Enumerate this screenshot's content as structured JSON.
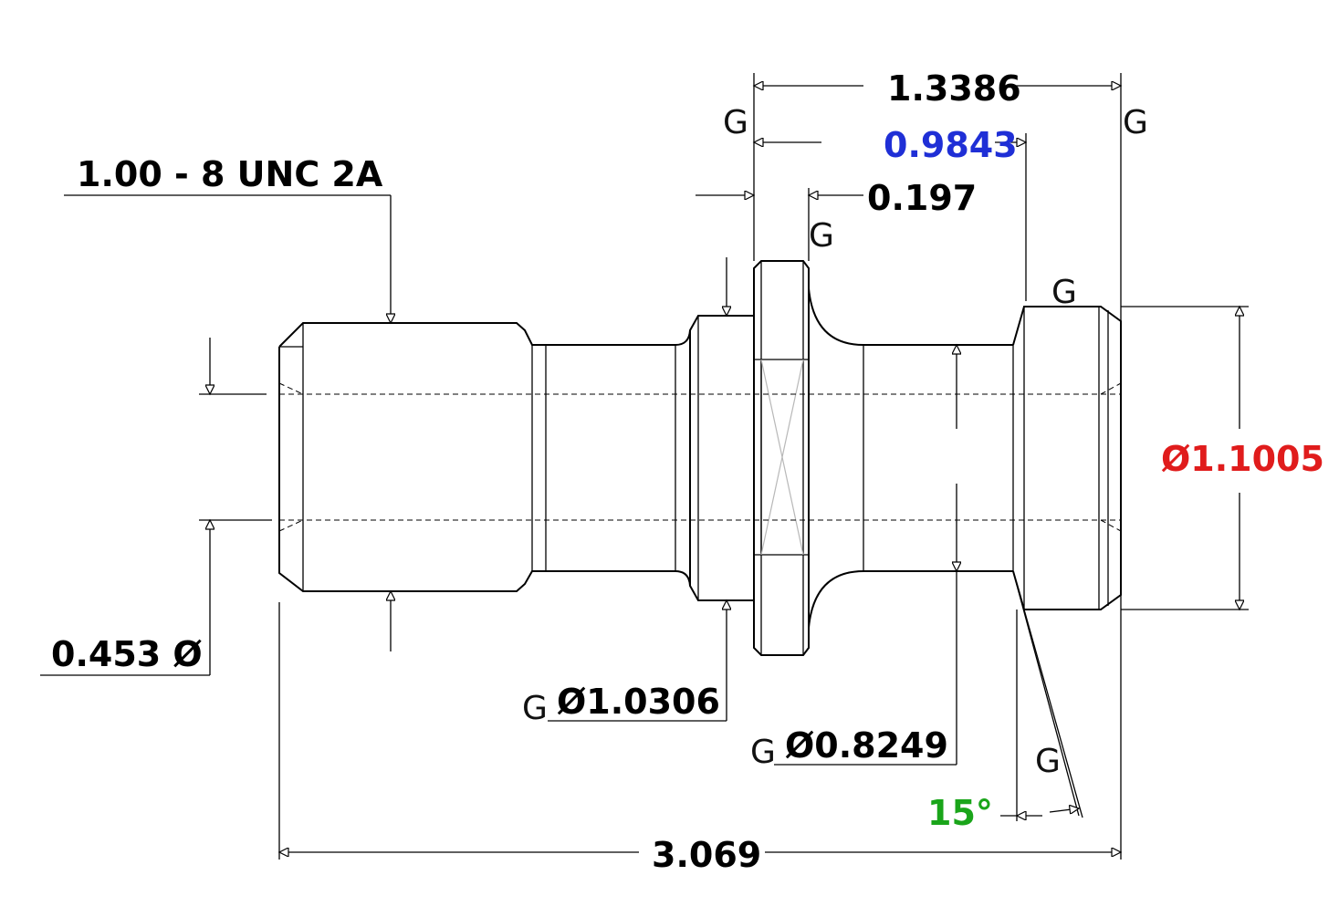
{
  "dimensions": {
    "thread_spec": "1.00 - 8 UNC 2A",
    "bore_diameter": "0.453 Ø",
    "flange_diameter": "Ø1.0306",
    "neck_diameter": "Ø0.8249",
    "head_diameter": "Ø1.1005",
    "overall_length": "3.069",
    "gauge_to_end": "1.3386",
    "gauge_to_head": "0.9843",
    "flange_thickness": "0.197",
    "angle": "15°"
  },
  "gauge_marks": {
    "label": "G"
  },
  "colors": {
    "default": "#000000",
    "blue": "#1f2fd6",
    "red": "#e01c1c",
    "green": "#1aa51a"
  }
}
